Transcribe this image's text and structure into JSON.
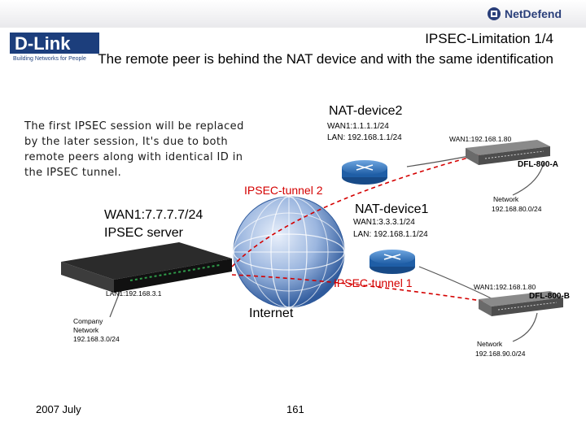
{
  "header": {
    "brand": "D-Link",
    "brand_tagline": "Building Networks for People",
    "partner_brand": "NetDefend"
  },
  "slide": {
    "title": "IPSEC-Limitation 1/4",
    "subtitle": "The remote peer is behind the NAT device and with the same identification",
    "note": "The first IPSEC session will be replaced by the later session, It's due to both remote peers along with identical ID in the IPSEC tunnel."
  },
  "diagram": {
    "nat2": {
      "name": "NAT-device2",
      "wan": "WAN1:1.1.1.1/24",
      "lan": "LAN: 192.168.1.1/24"
    },
    "nat1": {
      "name": "NAT-device1",
      "wan": "WAN1:3.3.3.1/24",
      "lan": "LAN: 192.168.1.1/24"
    },
    "server": {
      "wan": "WAN1:7.7.7.7/24",
      "role": "IPSEC server",
      "lan": "LAN1:192.168.3.1"
    },
    "company_network": {
      "label1": "Company",
      "label2": "Network",
      "subnet": "192.168.3.0/24"
    },
    "dfl_a": {
      "name": "DFL-800-A",
      "wan": "WAN1:192.168.1.80",
      "net_label": "Network",
      "net_subnet": "192.168.80.0/24"
    },
    "dfl_b": {
      "name": "DFL-800-B",
      "wan": "WAN1:192.168.1.80",
      "net_label": "Network",
      "net_subnet": "192.168.90.0/24"
    },
    "tunnel2": "IPSEC-tunnel 2",
    "tunnel1": "IPSEC-tunnel 1",
    "internet": "Internet",
    "colors": {
      "tunnel": "#d40000",
      "globe": "#3f6fb5",
      "router": "#2b6fb0"
    }
  },
  "footer": {
    "date": "2007 July",
    "page": "161"
  }
}
